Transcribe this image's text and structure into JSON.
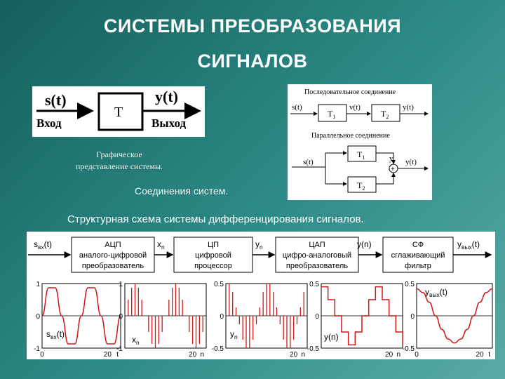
{
  "title": {
    "line1": "СИСТЕМЫ ПРЕОБРАЗОВАНИЯ",
    "line2": "СИГНАЛОВ"
  },
  "system_graph": {
    "input_signal": "s(t)",
    "input_label": "Вход",
    "block": "T",
    "output_signal": "y(t)",
    "output_label": "Выход"
  },
  "system_graph_caption": {
    "line1": "Графическое",
    "line2": "представление системы."
  },
  "connections": {
    "serial_title": "Последовательное соединение",
    "serial": {
      "s": "s(t)",
      "t1": "T",
      "t1_sub": "1",
      "v": "v(t)",
      "t2": "T",
      "t2_sub": "2",
      "y": "y(t)"
    },
    "parallel_title": "Параллельное соединение",
    "parallel": {
      "s": "s(t)",
      "t1": "T",
      "t1_sub": "1",
      "t2": "T",
      "t2_sub": "2",
      "sum": "+",
      "y_mark": "y",
      "y": "y(t)"
    }
  },
  "connections_caption": "Соединения систем.",
  "structure_caption": "Структурная схема системы дифференцирования сигналов.",
  "blocks": [
    {
      "abbr": "АЦП",
      "line1": "аналого-цифровой",
      "line2": "преобразователь"
    },
    {
      "abbr": "ЦП",
      "line1": "цифровой",
      "line2": "процессор"
    },
    {
      "abbr": "ЦАП",
      "line1": "цифро-аналоговый",
      "line2": "преобразователь"
    },
    {
      "abbr": "СФ",
      "line1": "сглаживающий",
      "line2": "фильтр"
    }
  ],
  "signals": [
    {
      "main": "s",
      "sub": "вх",
      "tail": "(t)"
    },
    {
      "main": "x",
      "sub": "n",
      "tail": ""
    },
    {
      "main": "y",
      "sub": "n",
      "tail": ""
    },
    {
      "main": "y(n)",
      "sub": "",
      "tail": ""
    },
    {
      "main": "y",
      "sub": "вых",
      "tail": "(t)"
    }
  ],
  "colors": {
    "curve": "#d01818",
    "frame": "#000000"
  },
  "chart_data": [
    {
      "type": "line",
      "label": {
        "main": "s",
        "sub": "вх",
        "tail": "(t)"
      },
      "ylim": [
        -1,
        1
      ],
      "yticks": [
        "1",
        "0",
        "-1"
      ],
      "xticks": [
        "0",
        "20"
      ],
      "xvar": "t",
      "x": [
        0,
        2,
        4,
        6,
        8,
        10,
        12,
        14,
        16,
        18,
        20,
        22,
        24
      ],
      "y": [
        0.0,
        0.87,
        0.87,
        0.0,
        -0.87,
        -0.87,
        0.0,
        0.87,
        0.87,
        0.0,
        -0.87,
        -0.87,
        0.0
      ]
    },
    {
      "type": "stem",
      "label": {
        "main": "x",
        "sub": "n",
        "tail": ""
      },
      "ylim": [
        -1,
        1
      ],
      "yticks": [
        "1",
        "0",
        "-1"
      ],
      "xticks": [
        "20"
      ],
      "xvar": "n",
      "x": [
        1,
        2,
        3,
        4,
        5,
        7,
        8,
        9,
        10,
        11,
        13,
        14,
        15,
        16,
        17,
        19,
        20,
        21,
        22,
        23
      ],
      "y": [
        0.5,
        0.87,
        1.0,
        0.87,
        0.5,
        -0.5,
        -0.87,
        -1.0,
        -0.87,
        -0.5,
        0.5,
        0.87,
        1.0,
        0.87,
        0.5,
        -0.5,
        -0.87,
        -1.0,
        -0.87,
        -0.5
      ]
    },
    {
      "type": "stem",
      "label": {
        "main": "y",
        "sub": "n",
        "tail": ""
      },
      "ylim": [
        -0.5,
        0.5
      ],
      "yticks": [
        "0.5",
        "0",
        "-0.5"
      ],
      "xticks": [
        "20"
      ],
      "xvar": "n",
      "x": [
        1,
        2,
        3,
        4,
        5,
        6,
        7,
        8,
        9,
        10,
        11,
        12,
        13,
        14,
        15,
        16,
        17,
        18,
        19,
        20,
        21,
        22,
        23
      ],
      "y": [
        0.5,
        0.37,
        0.13,
        -0.13,
        -0.37,
        -0.5,
        -0.5,
        -0.37,
        -0.13,
        0.13,
        0.37,
        0.5,
        0.5,
        0.37,
        0.13,
        -0.13,
        -0.37,
        -0.5,
        -0.5,
        -0.37,
        -0.13,
        0.13,
        0.37
      ]
    },
    {
      "type": "step",
      "label": {
        "main": "y(n)",
        "sub": "",
        "tail": ""
      },
      "ylim": [
        -0.5,
        0.5
      ],
      "yticks": [
        "0.5",
        "0",
        "-0.5"
      ],
      "xticks": [
        "20"
      ],
      "xvar": "n",
      "x": [
        0,
        2,
        4,
        6,
        8,
        10,
        12,
        14,
        16,
        18,
        20,
        22,
        24
      ],
      "y": [
        0.45,
        0.25,
        0.0,
        -0.25,
        -0.45,
        -0.25,
        0.0,
        0.25,
        0.45,
        0.25,
        0.0,
        -0.25,
        -0.45
      ]
    },
    {
      "type": "line",
      "label": {
        "main": "y",
        "sub": "вых",
        "tail": "(t)"
      },
      "ylim": [
        -0.5,
        0.5
      ],
      "yticks": [
        "0.5",
        "0",
        "-0.5"
      ],
      "xticks": [
        "0",
        "20"
      ],
      "xvar": "t",
      "x": [
        0,
        2,
        4,
        6,
        8,
        10,
        12,
        14,
        16,
        18,
        20,
        22,
        24
      ],
      "y": [
        0.42,
        0.36,
        0.21,
        0.0,
        -0.21,
        -0.36,
        -0.42,
        -0.36,
        -0.21,
        0.0,
        0.21,
        0.36,
        0.42
      ]
    }
  ]
}
